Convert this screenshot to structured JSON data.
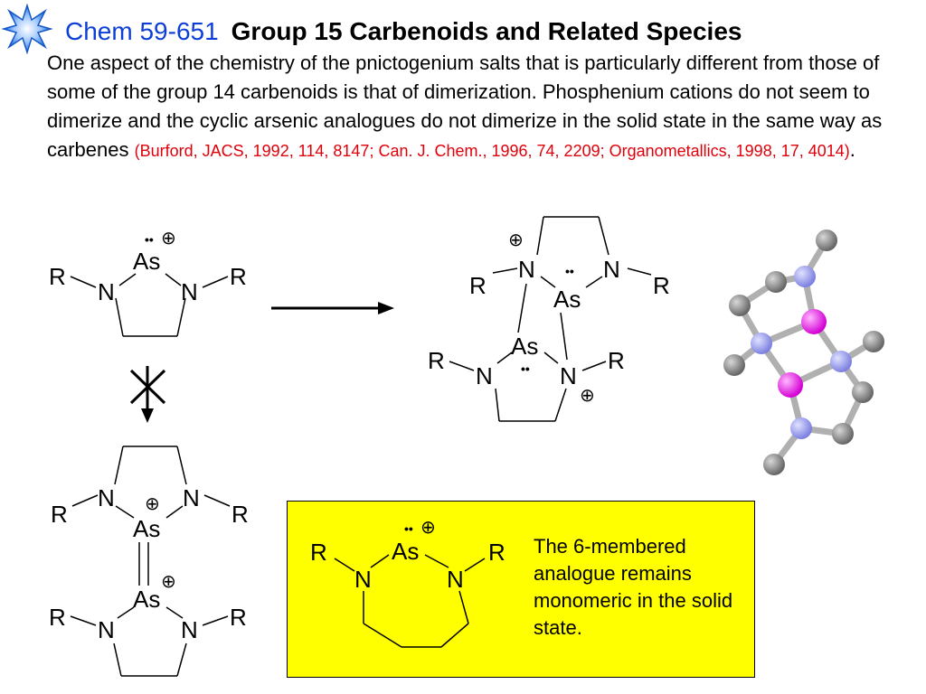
{
  "header": {
    "course": "Chem 59-651",
    "topic": "Group 15 Carbenoids and Related Species"
  },
  "paragraph": {
    "text": "One aspect of the chemistry of the pnictogenium salts that is particularly different from those of some of the group 14 carbenoids is that of dimerization.  Phosphenium cations do not seem to dimerize and the cyclic arsenic analogues do not dimerize in the solid state in the same way as carbenes ",
    "reference": "(Burford, JACS, 1992, 114, 8147; Can. J. Chem., 1996, 74, 2209; Organometallics, 1998, 17, 4014)",
    "end": "."
  },
  "labels": {
    "arsenic": "As",
    "nitrogen": "N",
    "substituent": "R",
    "lone_pair": "••",
    "charge": "⊕"
  },
  "note": {
    "text": "The 6-membered analogue remains monomeric in the solid state."
  },
  "colors": {
    "course": "#0d3fd6",
    "reference": "#e0000a",
    "note_background": "#ffff00",
    "atom_arsenic": "#e000e0",
    "atom_nitrogen": "#8c8ee6",
    "atom_carbon": "#7a7a7a"
  },
  "icons": {
    "logo": "starburst-logo-icon",
    "reaction_arrow": "arrow-right-icon",
    "blocked_arrow": "crossed-arrow-down-icon"
  }
}
